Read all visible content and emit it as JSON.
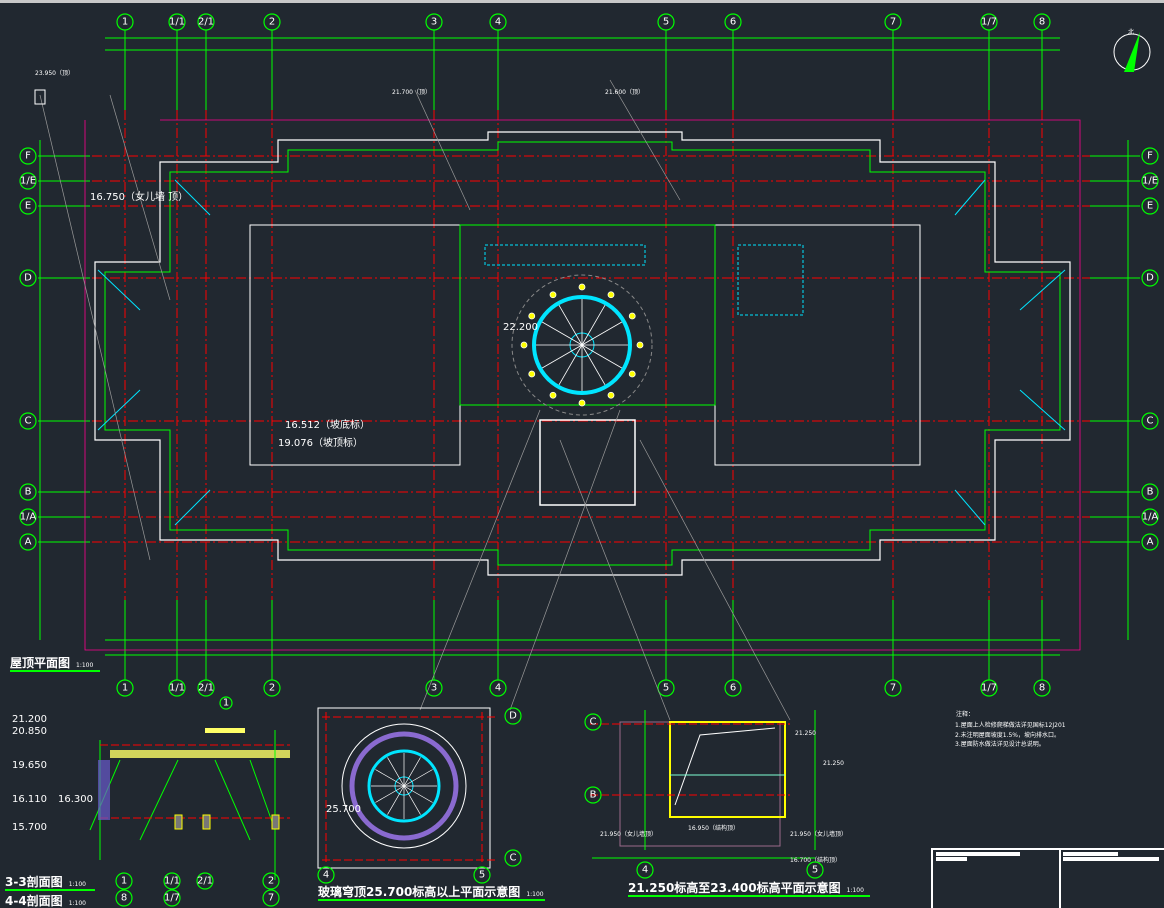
{
  "plan": {
    "title": "屋顶平面图",
    "scale": "1:100",
    "columns": [
      "1",
      "1/1",
      "2/1",
      "2",
      "3",
      "4",
      "5",
      "6",
      "7",
      "1/7",
      "8"
    ],
    "rows": [
      "F",
      "1/E",
      "E",
      "D",
      "C",
      "B",
      "1/A",
      "A"
    ],
    "elevations": {
      "parapet": "16.750（女儿墙 顶）",
      "dome": "22.200",
      "slope_bottom": "16.512（坡底标）",
      "slope_top": "19.076（坡顶标）",
      "left_top": "23.950（顶）",
      "top_mid": "21.700（顶）",
      "top_right": "21.600（顶）"
    },
    "north_label": "北"
  },
  "section": {
    "title1": "3-3剖面图",
    "title2": "4-4剖面图",
    "scale": "1:100",
    "columns_top": [
      "1",
      "1/1",
      "2/1",
      "2"
    ],
    "columns_bottom": [
      "8",
      "1/7",
      "7"
    ],
    "elevations": [
      "21.200",
      "20.850",
      "19.650",
      "16.110",
      "16.300",
      "15.700"
    ],
    "detail_ref": "1"
  },
  "dome_plan": {
    "title": "玻璃穹顶25.700标高以上平面示意图",
    "scale": "1:100",
    "elevation": "25.700",
    "axes": [
      "D",
      "C",
      "4",
      "5"
    ]
  },
  "level_plan": {
    "title": "21.250标高至23.400标高平面示意图",
    "scale": "1:100",
    "elevations": [
      "21.250",
      "21.250",
      "21.950（女儿墙顶）",
      "16.950（结构顶）",
      "21.950（女儿墙顶）",
      "16.700（结构顶）"
    ],
    "axes": [
      "C",
      "B",
      "4",
      "5"
    ]
  },
  "notes": {
    "heading": "注释：",
    "items": [
      "1.屋面上人检修爬梯做法详见国标12J201",
      "2.未注明屋面坡度1.5%，坡向排水口。",
      "3.屋面防水做法详见设计总说明。"
    ]
  },
  "colors": {
    "background": "#212830",
    "axis": "#00ff00",
    "grid": "#ff0000",
    "wall": "#ffffff",
    "cyan": "#00e5ff",
    "magenta": "#ff0090",
    "yellow": "#ffff00",
    "purple": "#9b59b6"
  }
}
